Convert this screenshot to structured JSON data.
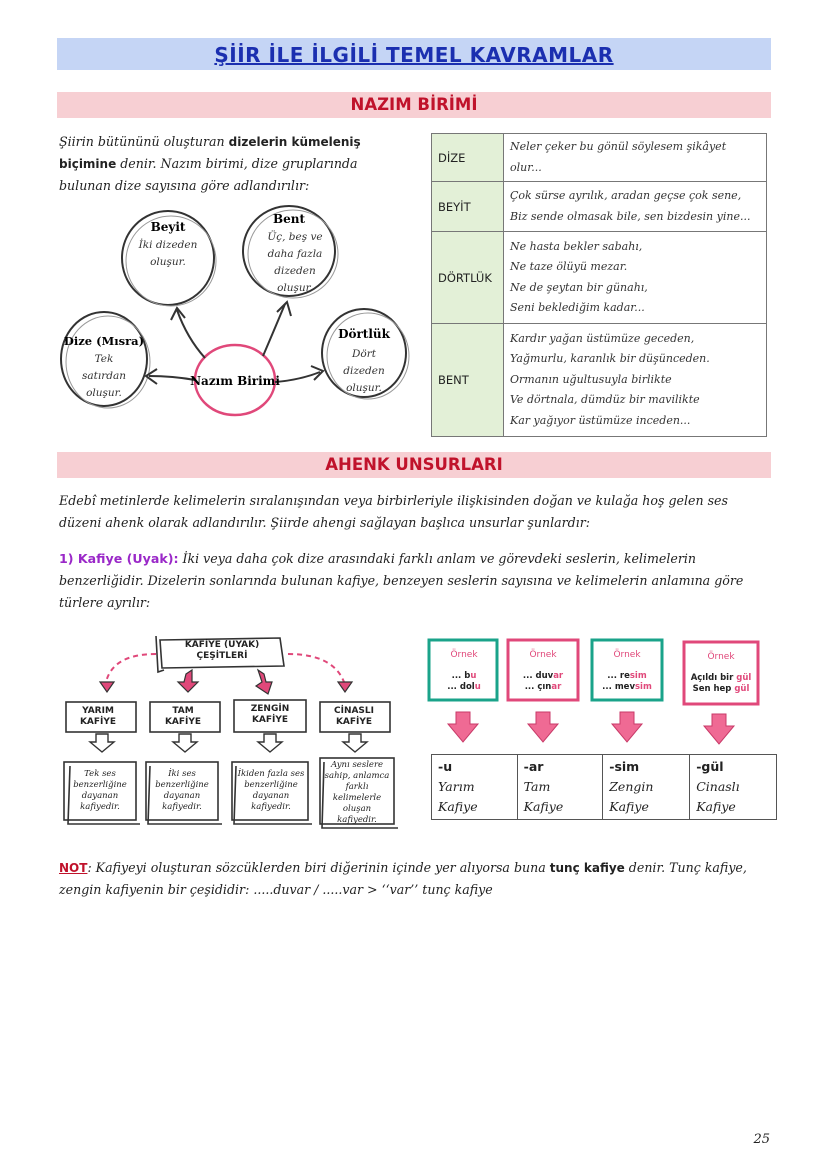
{
  "header": {
    "title": "ŞİİR İLE İLGİLİ TEMEL KAVRAMLAR"
  },
  "nazim": {
    "heading": "NAZIM BİRİMİ",
    "intro_pre": "Şiirin bütününü oluşturan ",
    "intro_bold": "dizelerin kümeleniş biçimine",
    "intro_post": "denir. Nazım birimi, dize gruplarında bulunan dize sayısına göre adlandırılır:",
    "diagram": {
      "center": "Nazım Birimi",
      "beyit_title": "Beyit",
      "beyit_desc": "İki dizeden oluşur.",
      "bent_title": "Bent",
      "bent_desc": "Üç, beş ve daha fazla dizeden oluşur.",
      "dize_title": "Dize (Mısra)",
      "dize_desc": "Tek satırdan oluşur.",
      "dortluk_title": "Dörtlük",
      "dortluk_desc": "Dört dizeden oluşur."
    },
    "table": [
      {
        "key": "DİZE",
        "lines": [
          "Neler çeker bu gönül söylesem şikâyet olur..."
        ]
      },
      {
        "key": "BEYİT",
        "lines": [
          "Çok sürse ayrılık, aradan geçse çok sene,",
          "Biz sende olmasak bile, sen bizdesin yine..."
        ]
      },
      {
        "key": "DÖRTLÜK",
        "lines": [
          "Ne hasta bekler sabahı,",
          "Ne taze ölüyü mezar.",
          "Ne de şeytan bir günahı,",
          "Seni beklediğim kadar..."
        ]
      },
      {
        "key": "BENT",
        "lines": [
          "Kardır yağan üstümüze geceden,",
          "Yağmurlu, karanlık bir düşünceden.",
          "Ormanın uğultusuyla birlikte",
          "Ve dörtnala, dümdüz bir mavilikte",
          "Kar yağıyor üstümüze inceden..."
        ]
      }
    ]
  },
  "ahenk": {
    "heading": "AHENK UNSURLARI",
    "intro": "Edebî metinlerde kelimelerin sıralanışından veya birbirleriyle ilişkisinden doğan ve kulağa hoş gelen ses düzeni ahenk olarak adlandırılır. Şiirde ahengi sağlayan başlıca unsurlar şunlardır:",
    "kafiye_label": "1) Kafiye (Uyak):",
    "kafiye_text": " İki veya daha çok dize arasındaki farklı anlam ve görevdeki seslerin, kelimelerin benzerliğidir. Dizelerin sonlarında bulunan kafiye, benzeyen seslerin sayısına ve kelimelerin anlamına göre türlere ayrılır:",
    "tree": {
      "root": "KAFİYE (UYAK) ÇEŞİTLERİ",
      "types": [
        {
          "name": "YARIM KAFİYE",
          "desc": "Tek ses benzerliğine dayanan kafiyedir."
        },
        {
          "name": "TAM KAFİYE",
          "desc": "İki ses benzerliğine dayanan kafiyedir."
        },
        {
          "name": "ZENGİN KAFİYE",
          "desc": "İkiden fazla ses benzerliğine dayanan kafiyedir."
        },
        {
          "name": "CİNASLI KAFİYE",
          "desc": "Aynı seslere sahip, anlamca farklı kelimelerle oluşan kafiyedir."
        }
      ]
    },
    "examples": {
      "label": "Örnek",
      "cards": [
        {
          "l1a": "... b",
          "l1b": "u",
          "l2a": "... dol",
          "l2b": "u"
        },
        {
          "l1a": "... duv",
          "l1b": "ar",
          "l2a": "... çın",
          "l2b": "ar"
        },
        {
          "l1a": "... re",
          "l1b": "sim",
          "l2a": "... mev",
          "l2b": "sim"
        },
        {
          "l1a": "Açıldı bir ",
          "l1b": "gül",
          "l2a": "Sen hep ",
          "l2b": "gül"
        }
      ],
      "table": [
        {
          "suffix": "-u",
          "t1": "Yarım",
          "t2": "Kafiye"
        },
        {
          "suffix": "-ar",
          "t1": "Tam",
          "t2": "Kafiye"
        },
        {
          "suffix": "-sim",
          "t1": "Zengin",
          "t2": "Kafiye"
        },
        {
          "suffix": "-gül",
          "t1": "Cinaslı",
          "t2": "Kafiye"
        }
      ]
    },
    "note_label": "NOT",
    "note_pre": ": Kafiyeyi oluşturan sözcüklerden biri diğerinin içinde yer alıyorsa buna ",
    "note_bold": "tunç kafiye",
    "note_post": " denir. Tunç kafiye, zengin kafiyenin bir çeşididir: .....duvar / .....var > ‘‘var’’ tunç kafiye"
  },
  "footer": {
    "page": "25"
  },
  "colors": {
    "title_bg": "#c5d5f5",
    "title_text": "#1b2fb0",
    "section_bg": "#f7cfd3",
    "section_text": "#c0122b",
    "accent_pink": "#e0487a",
    "accent_teal": "#1aa38a",
    "table_key_bg": "#e3f0d7",
    "purple": "#9a28c8"
  }
}
